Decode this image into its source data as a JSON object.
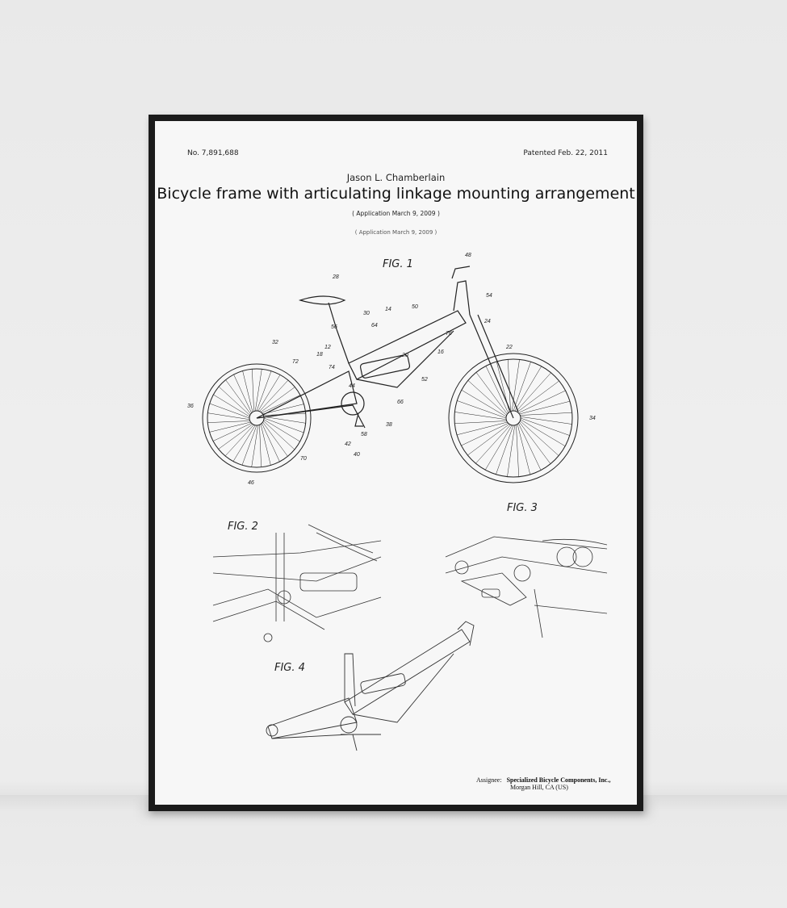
{
  "poster": {
    "patent_number": "No. 7,891,688",
    "patented_date": "Patented Feb. 22, 2011",
    "inventor": "Jason L. Chamberlain",
    "title": "Bicycle frame with articulating linkage mounting arrangement",
    "application": "( Application  March 9, 2009 )",
    "application_faded": "( Application  March 9, 2009 )",
    "figures": {
      "fig1": "FIG. 1",
      "fig2": "FIG. 2",
      "fig3": "FIG. 3",
      "fig4": "FIG. 4"
    },
    "fig1_refs": [
      "48",
      "28",
      "54",
      "14",
      "50",
      "24",
      "30",
      "64",
      "56",
      "22",
      "32",
      "12",
      "18",
      "72",
      "76",
      "20",
      "16",
      "74",
      "44",
      "52",
      "36",
      "66",
      "34",
      "38",
      "58",
      "42",
      "40",
      "70",
      "46"
    ],
    "assignee_label": "Assignee:",
    "assignee_name": "Specialized Bicycle Components, Inc.,",
    "assignee_location": "Morgan Hill, CA (US)"
  }
}
